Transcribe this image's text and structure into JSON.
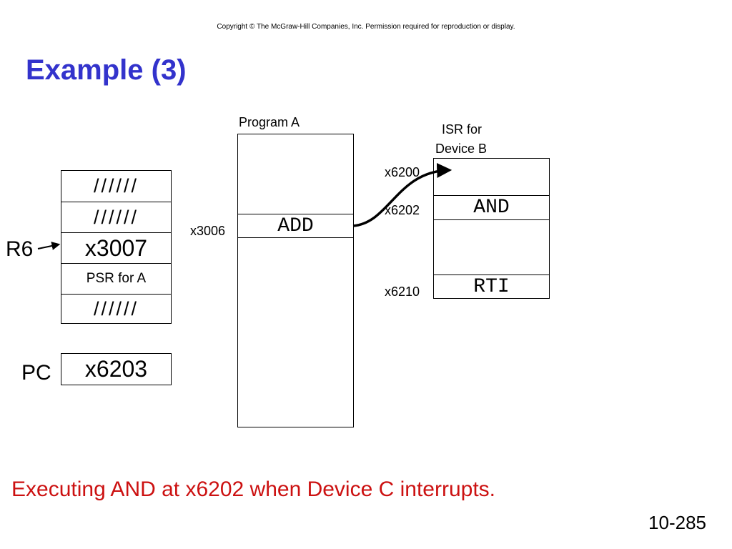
{
  "copyright": "Copyright © The McGraw-Hill Companies, Inc.  Permission required for reproduction or display.",
  "title": "Example (3)",
  "stack": {
    "cells": [
      "//////",
      "//////",
      "x3007",
      "PSR for A",
      "//////"
    ],
    "pointer_label": "R6"
  },
  "pc": {
    "label": "PC",
    "value": "x6203"
  },
  "program_a": {
    "label": "Program A",
    "add_text": "ADD",
    "add_address": "x3006"
  },
  "isr": {
    "label_line1": "ISR for",
    "label_line2": "Device B",
    "address_start": "x6200",
    "address_and": "x6202",
    "and_text": "AND",
    "address_rti": "x6210",
    "rti_text": "RTI"
  },
  "caption": "Executing AND at x6202 when Device C interrupts.",
  "slide_number": "10-285"
}
